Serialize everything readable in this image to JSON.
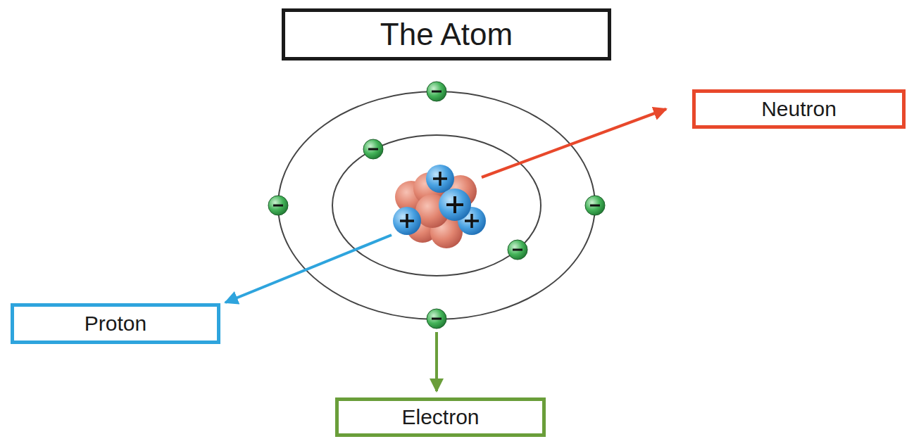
{
  "diagram": {
    "title": "The Atom",
    "nodes": [
      {
        "text": [
          "Neutron"
        ]
      },
      {
        "text": [
          "Proton"
        ]
      },
      {
        "text": [
          "Electron"
        ]
      }
    ]
  }
}
